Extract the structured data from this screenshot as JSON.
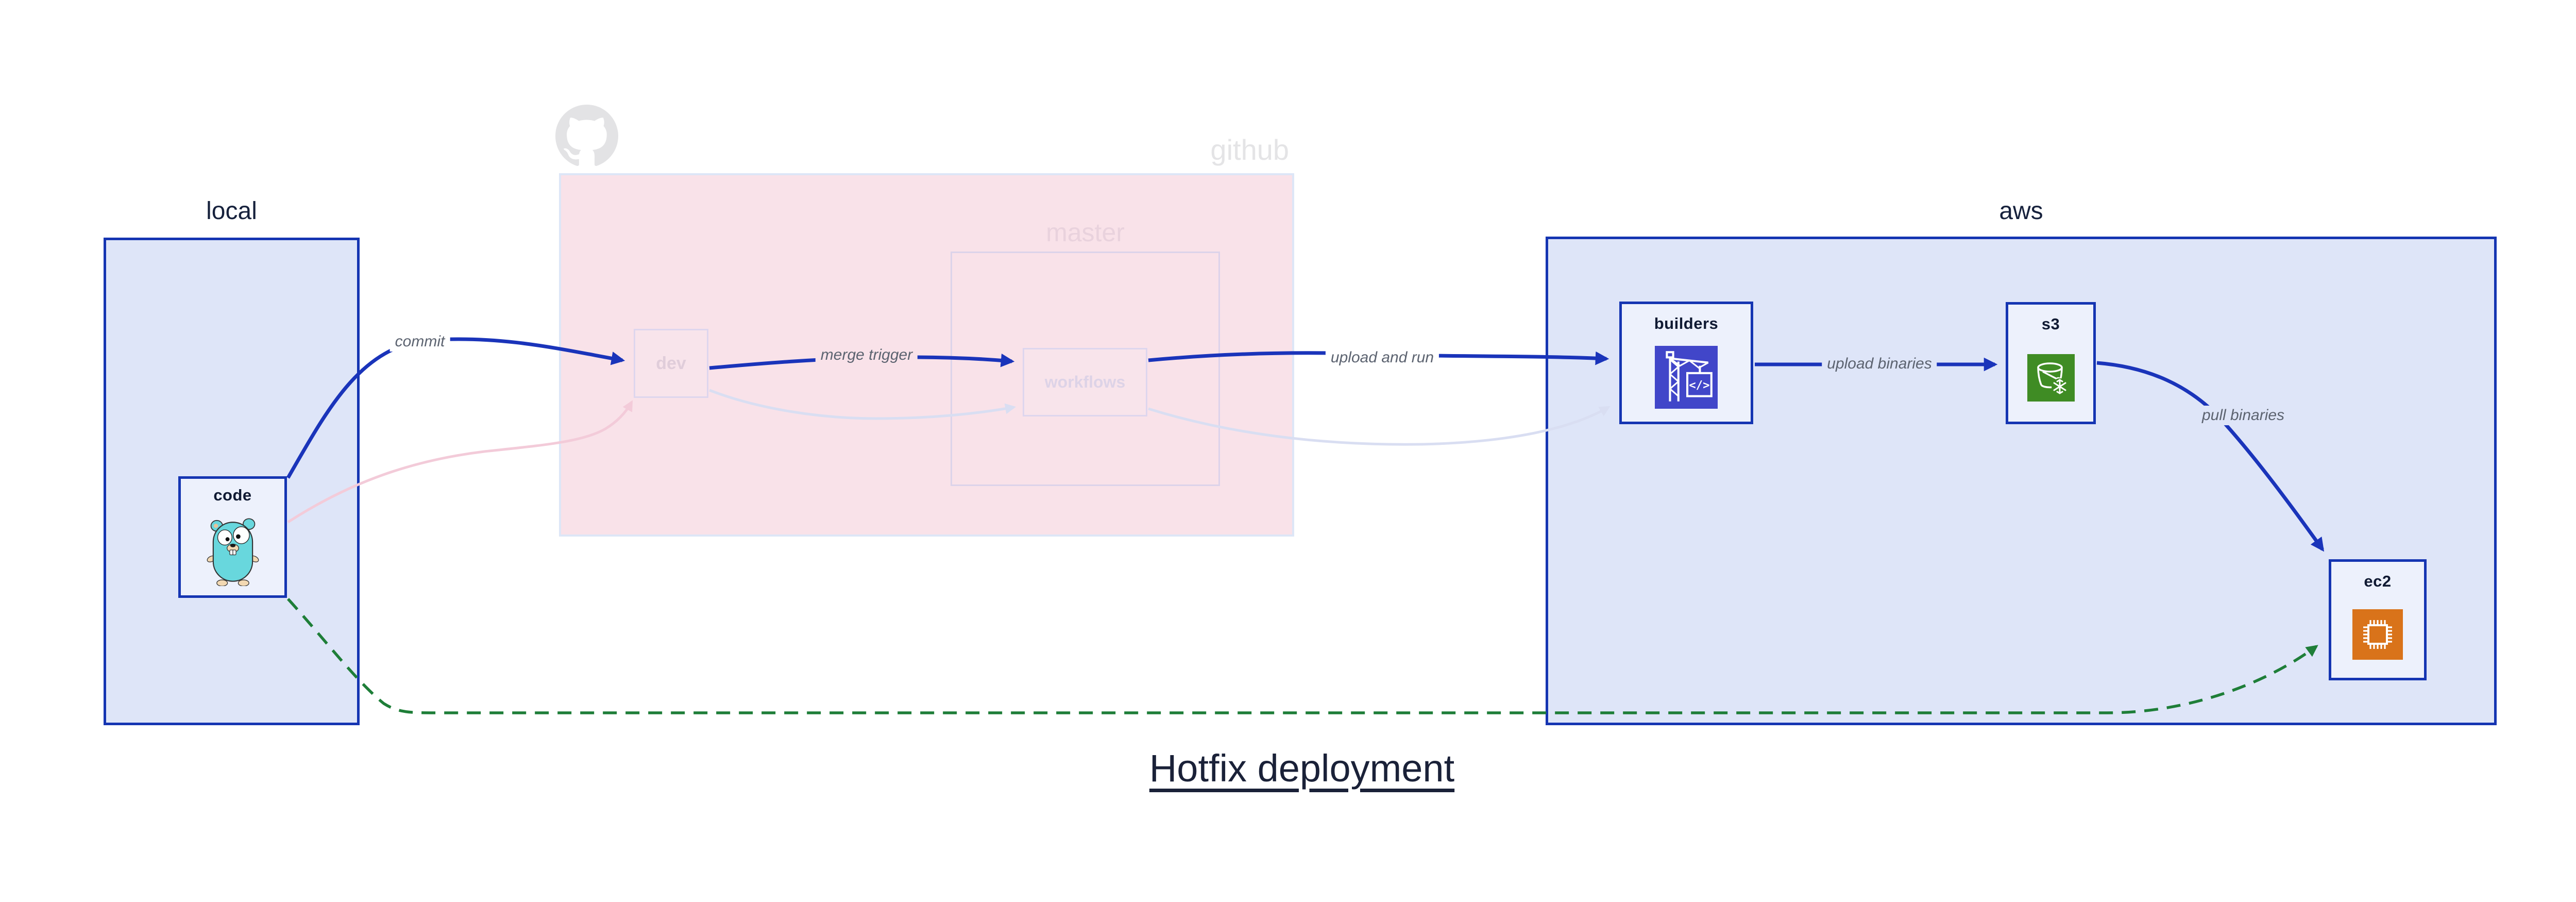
{
  "diagram_title": "Hotfix deployment",
  "regions": {
    "local": {
      "label": "local"
    },
    "github": {
      "label": "github",
      "master": {
        "label": "master"
      }
    },
    "aws": {
      "label": "aws"
    }
  },
  "nodes": {
    "code": {
      "label": "code",
      "icon": "gopher-icon"
    },
    "dev": {
      "label": "dev"
    },
    "workflows": {
      "label": "workflows"
    },
    "builders": {
      "label": "builders",
      "icon": "crane-codebuild-icon"
    },
    "s3": {
      "label": "s3",
      "icon": "bucket-snowflake-icon"
    },
    "ec2": {
      "label": "ec2",
      "icon": "cpu-chip-icon"
    }
  },
  "edges": {
    "commit": {
      "label": "commit",
      "style": "solid-blue"
    },
    "merge_trigger": {
      "label": "merge trigger",
      "style": "solid-blue"
    },
    "upload_and_run": {
      "label": "upload and run",
      "style": "solid-blue"
    },
    "upload_binaries": {
      "label": "upload binaries",
      "style": "solid-blue"
    },
    "pull_binaries": {
      "label": "pull binaries",
      "style": "solid-blue"
    },
    "hotfix_path": {
      "label": "",
      "style": "dashed-green"
    },
    "faded_code_dev": {
      "label": "",
      "style": "faded-pink"
    },
    "faded_dev_workflows": {
      "label": "",
      "style": "faded-lavender"
    },
    "faded_workflows_builders": {
      "label": "",
      "style": "faded-lavender"
    }
  },
  "colors": {
    "accent_blue": "#1535b2",
    "arrow_blue": "#1a34ba",
    "region_fill_blue": "#dee5f8",
    "node_fill": "#edf1fc",
    "github_pink_fill": "#f9e2e9",
    "faded_pink": "#f3cbd9",
    "faded_lavender": "#d9def2",
    "hotfix_green": "#1e7e38",
    "codebuild_indigo": "#4146c9",
    "s3_green": "#3f8c24",
    "ec2_orange": "#d9731a",
    "gopher_teal": "#68d7dd",
    "ghost_gray": "#e4e4e6",
    "text_dark": "#131c36",
    "edge_label_gray": "#5c6370"
  }
}
